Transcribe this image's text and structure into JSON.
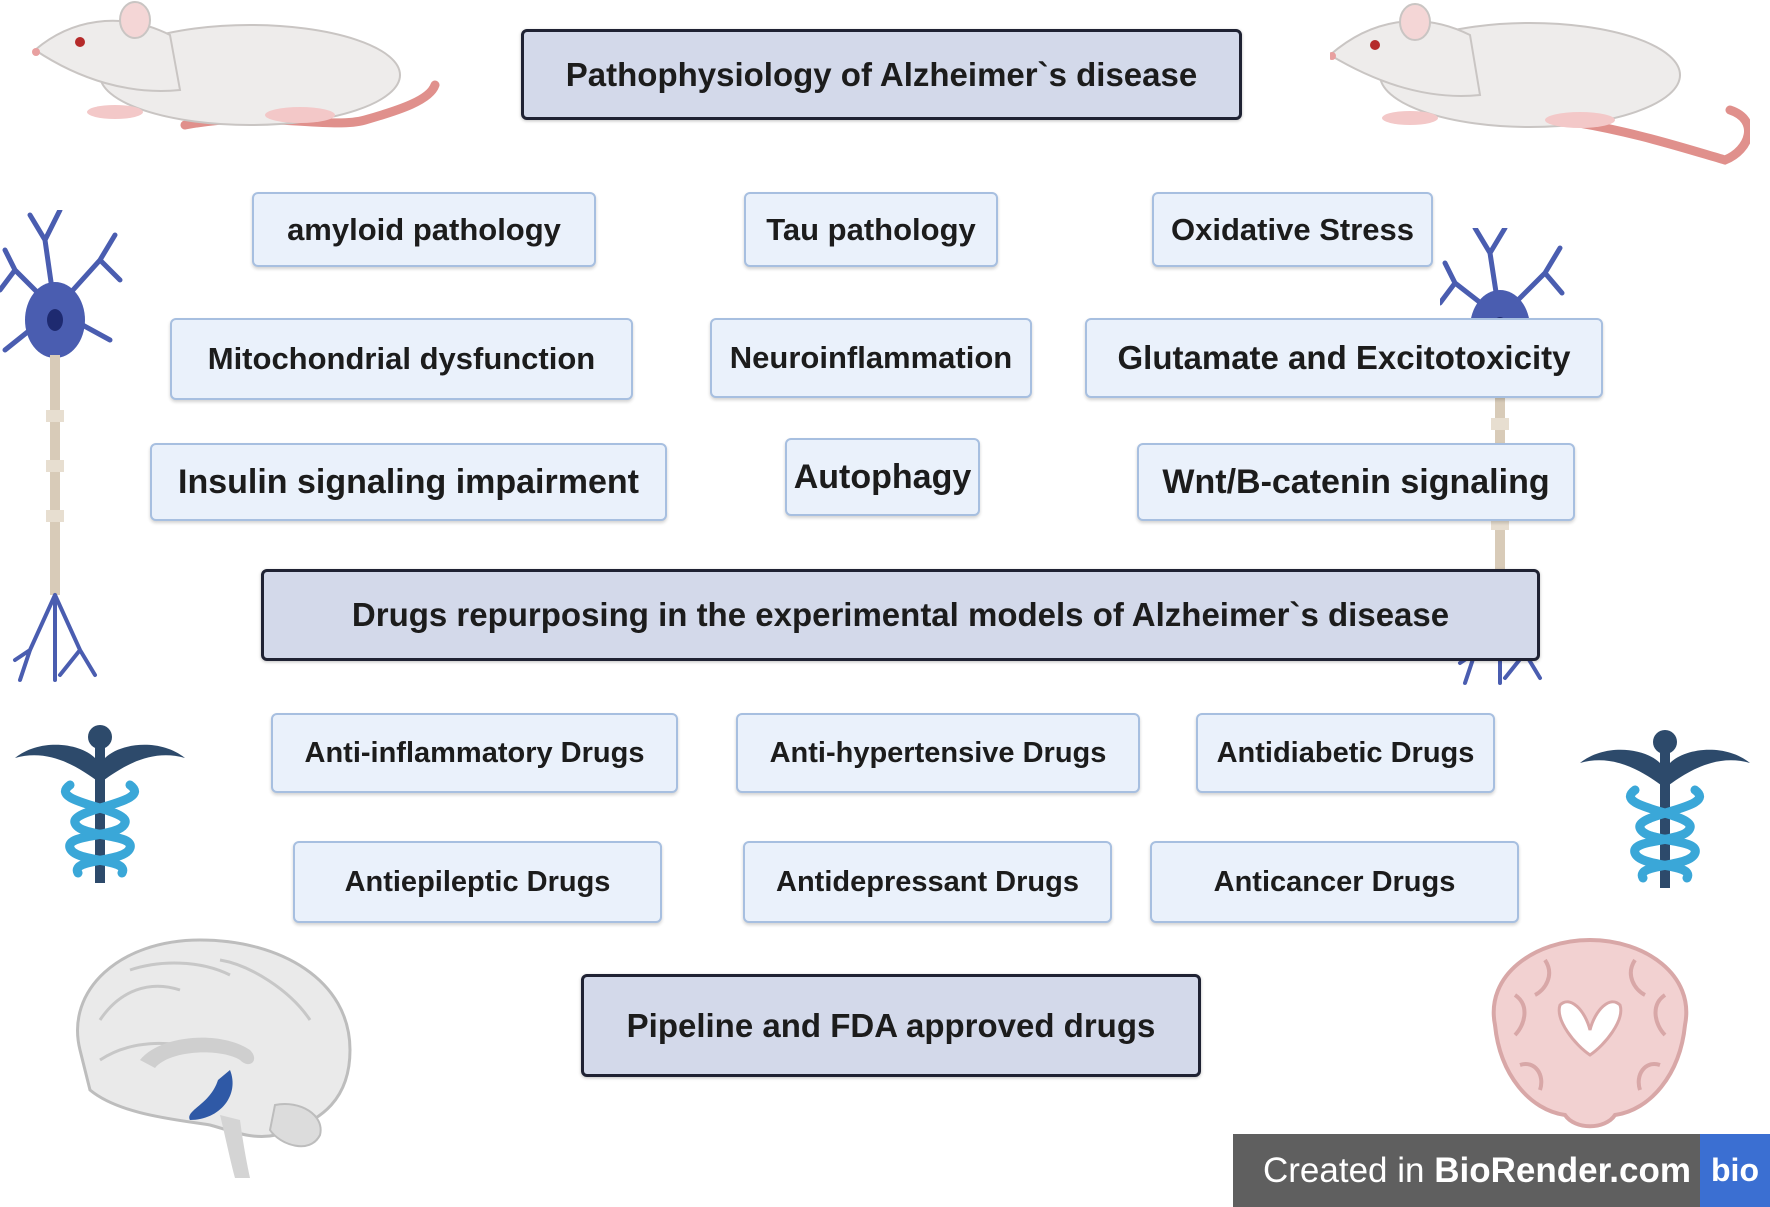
{
  "headers": {
    "patho": "Pathophysiology of Alzheimer`s disease",
    "drugs": "Drugs repurposing in the experimental models of Alzheimer`s disease",
    "pipeline": "Pipeline and FDA approved drugs"
  },
  "mechanisms": [
    "amyloid pathology",
    "Tau pathology",
    "Oxidative Stress",
    "Mitochondrial dysfunction",
    "Neuroinflammation",
    "Glutamate and Excitotoxicity",
    "Insulin signaling impairment",
    "Autophagy",
    "Wnt/B-catenin signaling"
  ],
  "drug_classes": [
    "Anti-inflammatory Drugs",
    "Anti-hypertensive Drugs",
    "Antidiabetic Drugs",
    "Antiepileptic Drugs",
    "Antidepressant Drugs",
    "Anticancer Drugs"
  ],
  "badge": {
    "prefix": "Created in ",
    "brand": "BioRender.com",
    "logo": "bio"
  },
  "colors": {
    "header_fill": "#d3d9ea",
    "header_border": "#1f2233",
    "box_fill": "#eaf1fb",
    "box_border": "#a7bfe0",
    "neuron": "#4a5db0",
    "caduceus": "#2d4a6b",
    "badge_bg": "#5f5f5f",
    "badge_logo": "#3b6fd2"
  },
  "icons": [
    "rat-icon",
    "neuron-icon",
    "caduceus-icon",
    "brain-sagittal-icon",
    "brain-coronal-icon"
  ]
}
